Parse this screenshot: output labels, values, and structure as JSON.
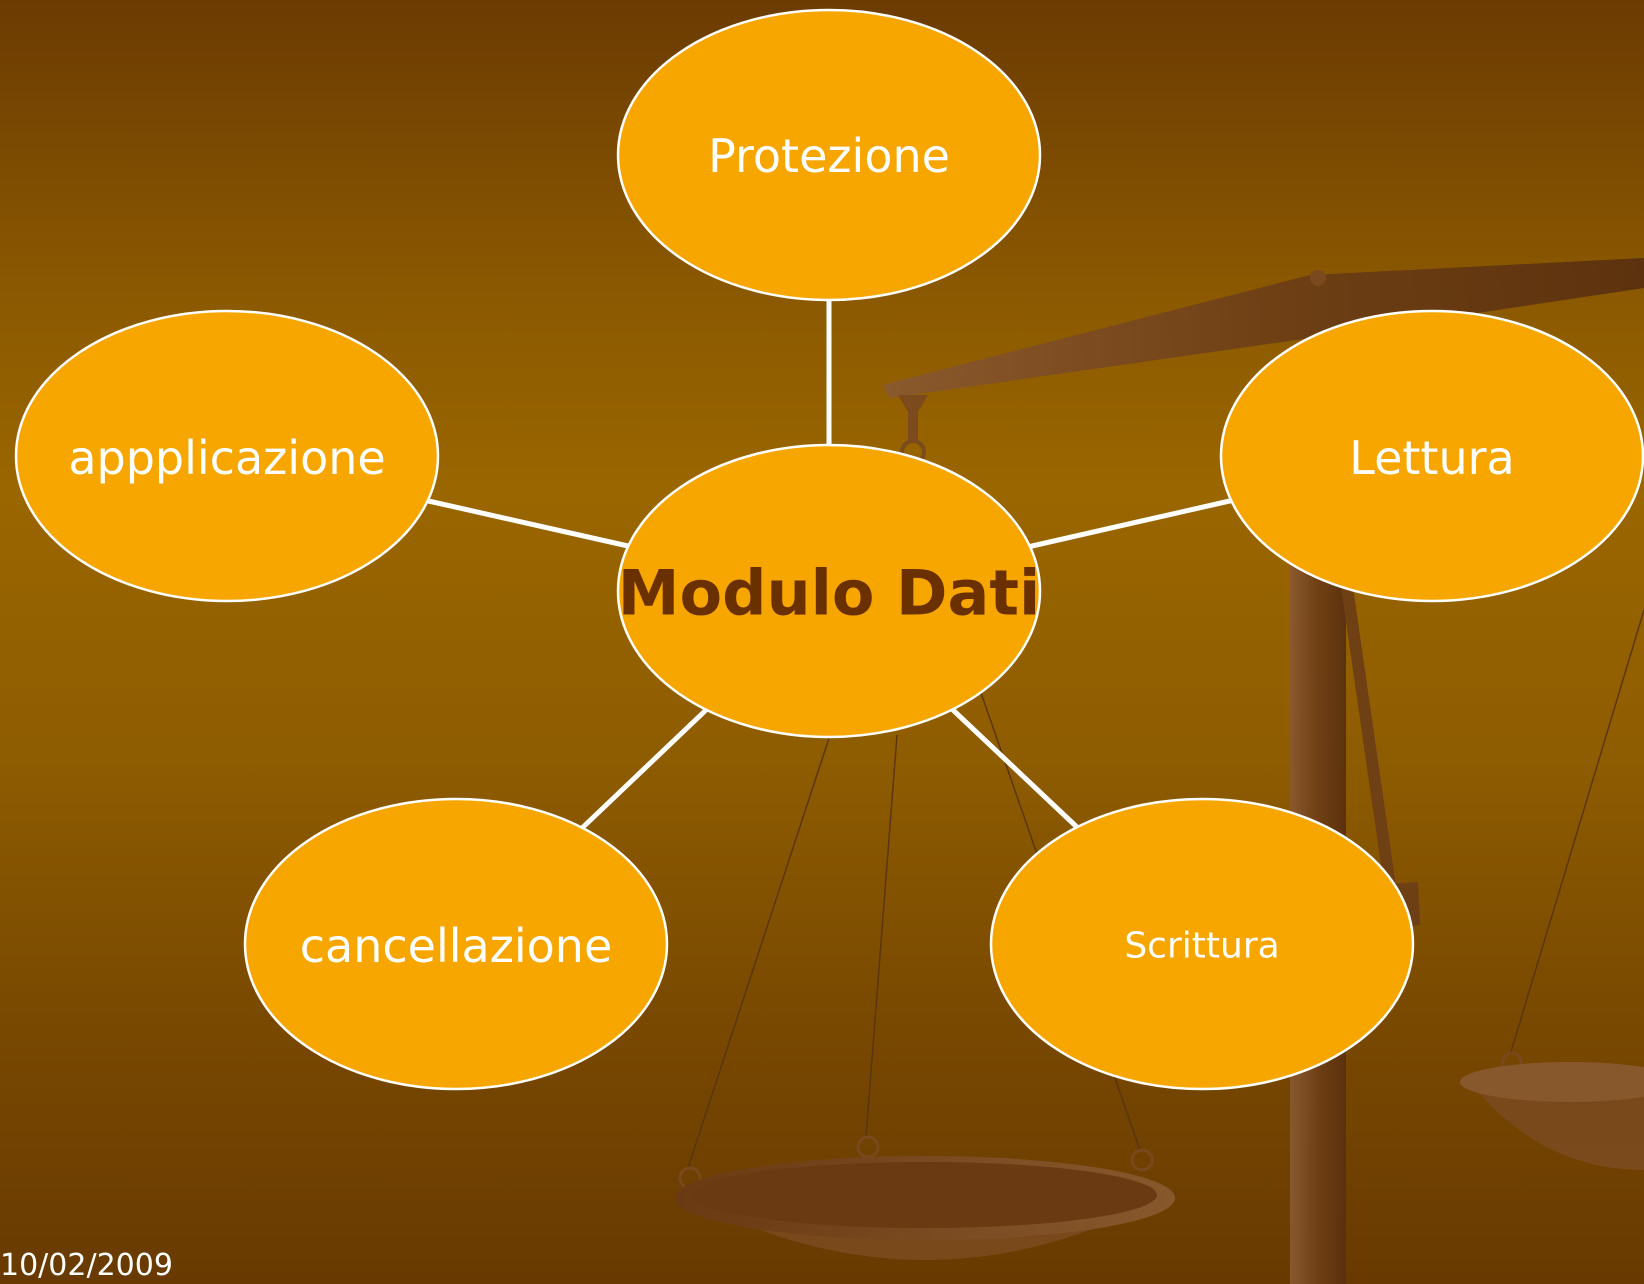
{
  "diagram": {
    "center": {
      "label": "Modulo Dati"
    },
    "nodes": [
      {
        "id": "protezione",
        "label": "Protezione"
      },
      {
        "id": "lettura",
        "label": "Lettura"
      },
      {
        "id": "scrittura",
        "label": "Scrittura"
      },
      {
        "id": "cancellazione",
        "label": "cancellazione"
      },
      {
        "id": "appplicazione",
        "label": "appplicazione"
      }
    ]
  },
  "footer": {
    "date": "10/02/2009"
  },
  "colors": {
    "background_top": "#6b3b02",
    "background_mid": "#9a6600",
    "node_fill": "#f7a600",
    "node_stroke": "#ffffff",
    "center_text": "#6b3000",
    "connector": "#ffffff",
    "scale_wood": "#6e3f16"
  },
  "decorations": [
    "balance-scale"
  ]
}
